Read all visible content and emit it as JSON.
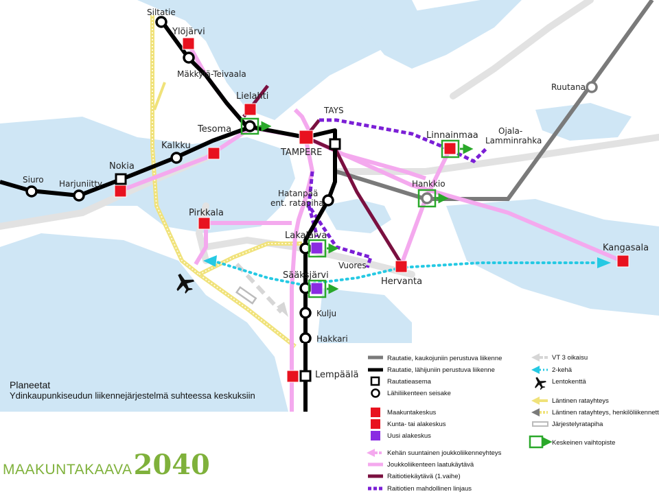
{
  "stations": {
    "siltatie": "Siltatie",
    "ylojarvi": "Ylöjärvi",
    "makkyla": "Mäkkylä-Teivaala",
    "lielahti": "Lielahti",
    "tesoma": "Tesoma",
    "kalkku": "Kalkku",
    "nokia": "Nokia",
    "siuro": "Siuro",
    "harjuniitty": "Harjuniitty",
    "tays": "TAYS",
    "tampere": "TAMPERE",
    "linnainmaa": "Linnainmaa",
    "ojala": "Ojala-",
    "lamminrahka": "Lamminrahka",
    "ruutana": "Ruutana",
    "hankkio": "Hankkio",
    "hatanpaa": "Hatanpää",
    "ent_ratapiha": "ent. ratapiha",
    "pirkkala": "Pirkkala",
    "lakalaiva": "Lakalaiva",
    "vuores": "Vuores",
    "hervanta": "Hervanta",
    "kangasala": "Kangasala",
    "saaksjarvi": "Sääksjärvi",
    "kulju": "Kulju",
    "hakkari": "Hakkari",
    "lempaala": "Lempäälä"
  },
  "title": {
    "line1": "Planeetat",
    "line2": "Ydinkaupunkiseudun liikennejärjestelmä suhteessa keskuksiin"
  },
  "brand": {
    "text": "MAAKUNTAKAAVA",
    "year": "2040"
  },
  "legend": {
    "rail_long": "Rautatie, kaukojuniin perustuva liikenne",
    "rail_local": "Rautatie, lähijuniin perustuva liikenne",
    "rail_station": "Rautatieasema",
    "local_stop": "Lähiliikenteen seisake",
    "regional_centre": "Maakuntakeskus",
    "municipal_centre": "Kunta- tai alakeskus",
    "new_subcentre": "Uusi alakeskus",
    "ring_transit": "Kehän suuntainen joukkoliikenneyhteys",
    "quality_corridor": "Joukkoliikenteen laatukäytävä",
    "tram_phase1": "Raitiotiekäytävä (1.vaihe)",
    "tram_possible": "Raitiotien mahdollinen linjaus",
    "vt3": "VT 3 oikaisu",
    "ring2": "2-kehä",
    "airport": "Lentokenttä",
    "western_link": "Läntinen ratayhteys",
    "western_link_passenger": "Läntinen ratayhteys, henkilöliikennettä",
    "marshalling_yard": "Järjestelyratapiha",
    "interchange": "Keskeinen vaihtopiste"
  },
  "colors": {
    "water": "#cfe6f5",
    "land": "#ffffff",
    "road": "#e3e3e3",
    "rail_long": "#7a7a7a",
    "rail_local": "#000000",
    "centre_red": "#e8121f",
    "subcentre_purple": "#8a2be2",
    "pink": "#f4a9ee",
    "tram": "#7a1040",
    "tram_possible": "#7b1fd6",
    "ring2": "#25c9e3",
    "western": "#f0e27a",
    "interchange": "#2aa82a"
  }
}
